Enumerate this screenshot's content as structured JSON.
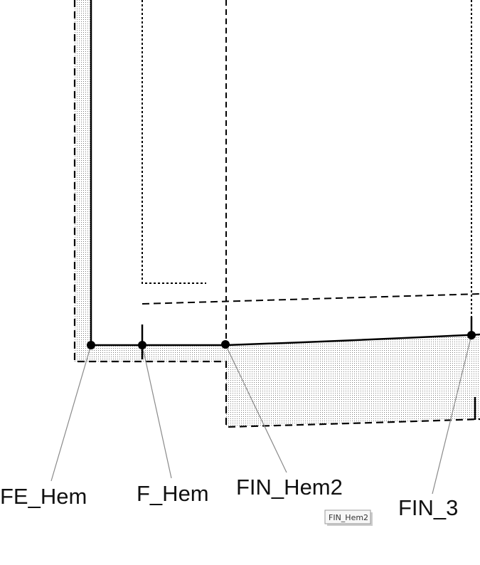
{
  "colors": {
    "line": "#000000",
    "leader": "#8a8a8a",
    "seam_fill_dots": "#7a7a7a",
    "label_text": "#111111",
    "tooltip_border": "#9a9a9a",
    "tooltip_bg": "#f7f7f7"
  },
  "points": [
    {
      "id": "fe_hem",
      "label": "FE_Hem"
    },
    {
      "id": "f_hem",
      "label": "F_Hem"
    },
    {
      "id": "fin_hem2",
      "label": "FIN_Hem2"
    },
    {
      "id": "fin_3",
      "label": "FIN_3"
    }
  ],
  "tooltip": {
    "text": "FIN_Hem2"
  }
}
